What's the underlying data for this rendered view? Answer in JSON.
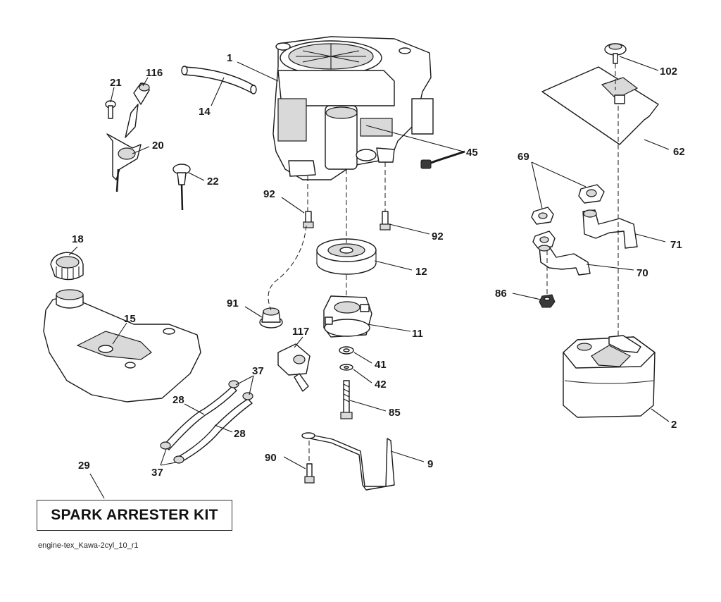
{
  "diagram": {
    "kit_label": "SPARK ARRESTER KIT",
    "file_reference": "engine-tex_Kawa-2cyl_10_r1",
    "callouts": [
      {
        "id": "1",
        "label": "1"
      },
      {
        "id": "2",
        "label": "2"
      },
      {
        "id": "9",
        "label": "9"
      },
      {
        "id": "11",
        "label": "11"
      },
      {
        "id": "12",
        "label": "12"
      },
      {
        "id": "14",
        "label": "14"
      },
      {
        "id": "15",
        "label": "15"
      },
      {
        "id": "18",
        "label": "18"
      },
      {
        "id": "20",
        "label": "20"
      },
      {
        "id": "21",
        "label": "21"
      },
      {
        "id": "22",
        "label": "22"
      },
      {
        "id": "28a",
        "label": "28"
      },
      {
        "id": "28b",
        "label": "28"
      },
      {
        "id": "29",
        "label": "29"
      },
      {
        "id": "37a",
        "label": "37"
      },
      {
        "id": "37b",
        "label": "37"
      },
      {
        "id": "41",
        "label": "41"
      },
      {
        "id": "42",
        "label": "42"
      },
      {
        "id": "45",
        "label": "45"
      },
      {
        "id": "62",
        "label": "62"
      },
      {
        "id": "69",
        "label": "69"
      },
      {
        "id": "70",
        "label": "70"
      },
      {
        "id": "71",
        "label": "71"
      },
      {
        "id": "85",
        "label": "85"
      },
      {
        "id": "86",
        "label": "86"
      },
      {
        "id": "90",
        "label": "90"
      },
      {
        "id": "91",
        "label": "91"
      },
      {
        "id": "92a",
        "label": "92"
      },
      {
        "id": "92b",
        "label": "92"
      },
      {
        "id": "102",
        "label": "102"
      },
      {
        "id": "116",
        "label": "116"
      },
      {
        "id": "117",
        "label": "117"
      }
    ]
  }
}
